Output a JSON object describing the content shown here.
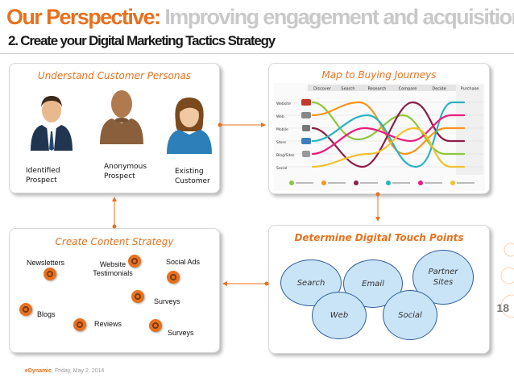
{
  "header": {
    "title_part1": "Our Perspective:",
    "title_part2": "Improving engagement and acquisition",
    "subtitle": "2. Create your Digital Marketing Tactics Strategy"
  },
  "personas": {
    "title": "Understand Customer Personas",
    "items": [
      {
        "label": "Identified Prospect",
        "icon": "businessman-icon"
      },
      {
        "label": "Anonymous Prospect",
        "icon": "anonymous-person-icon"
      },
      {
        "label": "Existing Customer",
        "icon": "female-customer-icon"
      }
    ]
  },
  "journeys": {
    "title": "Map to Buying Journeys",
    "stages": [
      "Discover",
      "Search",
      "Research",
      "Compare",
      "Decide",
      "Purchase"
    ],
    "rows": [
      "Website",
      "Web",
      "Mobile",
      "Store",
      "Blog/Sites",
      "Social"
    ]
  },
  "content": {
    "title": "Create Content Strategy",
    "items": [
      {
        "label": "Newsletters"
      },
      {
        "label": "Website Testimonials"
      },
      {
        "label": "Social Ads"
      },
      {
        "label": "Surveys"
      },
      {
        "label": "Blogs"
      },
      {
        "label": "Reviews"
      },
      {
        "label": "Surveys"
      }
    ]
  },
  "touchpoints": {
    "title": "Determine Digital Touch Points",
    "bubbles": [
      "Search",
      "Email",
      "Partner Sites",
      "Web",
      "Social"
    ]
  },
  "page_number": "18",
  "footer": {
    "brand": "eDynamic",
    "date": "Friday, May 2, 2014"
  },
  "colors": {
    "accent": "#e8711e",
    "bubble_fill": "#c9e3f7",
    "bubble_border": "#2f5f9a",
    "title_gray": "#c9c9c9"
  }
}
